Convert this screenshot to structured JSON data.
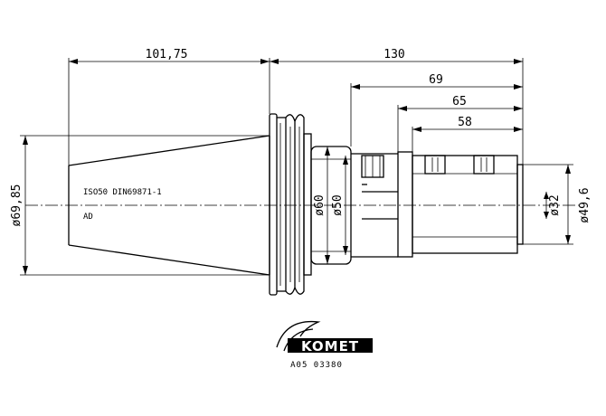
{
  "dimensions": {
    "length_taper": "101,75",
    "length_total": "130",
    "length_69": "69",
    "length_65": "65",
    "length_58": "58",
    "dia_taper": "ø69,85",
    "dia_60": "ø60",
    "dia_50": "ø50",
    "dia_32": "ø32",
    "dia_49_6": "ø49,6"
  },
  "notes": {
    "standard": "ISO50 DIN69871-1",
    "variant": "AD"
  },
  "title_block": {
    "brand": "KOMET",
    "part_code": "A05 03380"
  }
}
